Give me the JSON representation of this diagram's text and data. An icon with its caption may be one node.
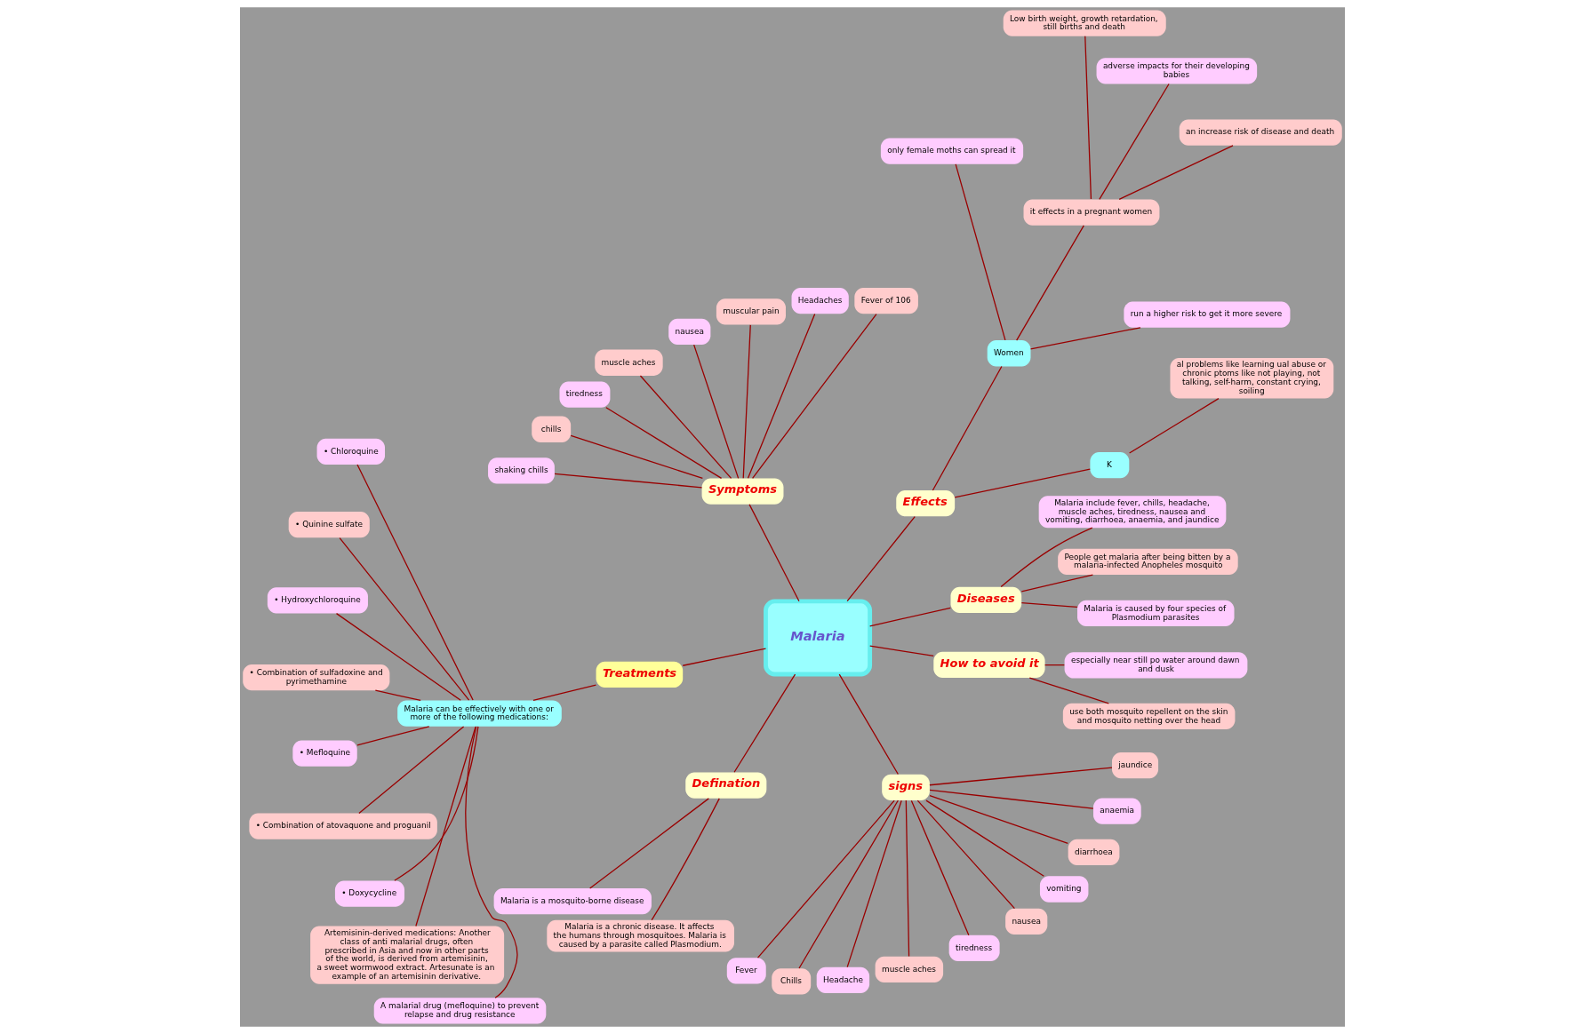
{
  "diagram": {
    "nodes": [
      {
        "text": [
          "Malaria"
        ]
      },
      {
        "text": [
          "Diseases"
        ]
      },
      {
        "text": [
          "Malaria is caused by four species of Plasmodium parasites"
        ]
      },
      {
        "text": [
          "People get malaria after being bitten by a malaria-infected Anopheles mosquito"
        ]
      },
      {
        "text": [
          "Malaria include fever, chills, headache, muscle aches, tiredness, nausea and vomiting, diarrhoea, anaemia, and jaundice"
        ]
      },
      {
        "text": [
          "Effects"
        ]
      },
      {
        "text": [
          "K"
        ]
      },
      {
        "text": [
          "al problems like learning ual abuse or chronic ptoms like not playing, not talking, self-harm, constant crying, soiling"
        ]
      },
      {
        "text": [
          "Women"
        ]
      },
      {
        "text": [
          "run a higher risk to get it more severe"
        ]
      },
      {
        "text": [
          "it effects in a pregnant women"
        ]
      },
      {
        "text": [
          "an increase risk of disease and death"
        ]
      },
      {
        "text": [
          "adverse impacts for their developing babies"
        ]
      },
      {
        "text": [
          "Low birth weight, growth retardation, still births and death"
        ]
      },
      {
        "text": [
          "only female moths can spread it"
        ]
      },
      {
        "text": [
          "Symptoms"
        ]
      },
      {
        "text": [
          "Fever of 106"
        ]
      },
      {
        "text": [
          "Headaches"
        ]
      },
      {
        "text": [
          "muscular pain"
        ]
      },
      {
        "text": [
          "nausea"
        ]
      },
      {
        "text": [
          "muscle aches"
        ]
      },
      {
        "text": [
          "tiredness"
        ]
      },
      {
        "text": [
          "chills"
        ]
      },
      {
        "text": [
          "shaking chills"
        ]
      },
      {
        "text": [
          "Treatments"
        ]
      },
      {
        "text": [
          "Malaria can be effectively with one or more of the following medications:"
        ]
      },
      {
        "text": [
          "• Chloroquine"
        ]
      },
      {
        "text": [
          "• Quinine sulfate"
        ]
      },
      {
        "text": [
          "• Hydroxychloroquine"
        ]
      },
      {
        "text": [
          "• Combination of sulfadoxine and pyrimethamine"
        ]
      },
      {
        "text": [
          "• Mefloquine"
        ]
      },
      {
        "text": [
          "• Combination of atovaquone and proguanil"
        ]
      },
      {
        "text": [
          "• Doxycycline"
        ]
      },
      {
        "text": [
          "Artemisinin-derived medications: Another class of anti malarial drugs, often prescribed in Asia and now in other parts of the world, is derived from artemisinin, a sweet wormwood extract. Artesunate is an example of an artemisinin derivative."
        ]
      },
      {
        "text": [
          "A malarial drug (mefloquine) to prevent relapse and drug resistance"
        ]
      },
      {
        "text": [
          "Defination"
        ]
      },
      {
        "text": [
          "Malaria is a mosquito-borne disease"
        ]
      },
      {
        "text": [
          "Malaria is a chronic disease. It affects the humans through mosquitoes. Malaria is caused by a parasite called Plasmodium."
        ]
      },
      {
        "text": [
          "signs"
        ]
      },
      {
        "text": [
          "Fever"
        ]
      },
      {
        "text": [
          "Chills"
        ]
      },
      {
        "text": [
          "Headache"
        ]
      },
      {
        "text": [
          "muscle aches"
        ]
      },
      {
        "text": [
          "tiredness"
        ]
      },
      {
        "text": [
          "nausea"
        ]
      },
      {
        "text": [
          "vomiting"
        ]
      },
      {
        "text": [
          "diarrhoea"
        ]
      },
      {
        "text": [
          "anaemia"
        ]
      },
      {
        "text": [
          "jaundice"
        ]
      },
      {
        "text": [
          "How to avoid it"
        ]
      },
      {
        "text": [
          "use both mosquito repellent on the skin and mosquito netting over the head"
        ]
      },
      {
        "text": [
          "especially near still po water around dawn and dusk"
        ]
      }
    ],
    "edges": [
      {
        "from": 0,
        "to": 1,
        "arrow": "none"
      },
      {
        "from": 1,
        "to": 2,
        "arrow": "none"
      },
      {
        "from": 1,
        "to": 3,
        "arrow": "none"
      },
      {
        "from": 1,
        "to": 4,
        "arrow": "none"
      },
      {
        "from": 0,
        "to": 5,
        "arrow": "none"
      },
      {
        "from": 5,
        "to": 6,
        "arrow": "none"
      },
      {
        "from": 6,
        "to": 7,
        "arrow": "none"
      },
      {
        "from": 5,
        "to": 8,
        "arrow": "none"
      },
      {
        "from": 8,
        "to": 9,
        "arrow": "none"
      },
      {
        "from": 8,
        "to": 10,
        "arrow": "none"
      },
      {
        "from": 10,
        "to": 11,
        "arrow": "none"
      },
      {
        "from": 10,
        "to": 12,
        "arrow": "none"
      },
      {
        "from": 10,
        "to": 13,
        "arrow": "none"
      },
      {
        "from": 8,
        "to": 14,
        "arrow": "none"
      },
      {
        "from": 0,
        "to": 15,
        "arrow": "none"
      },
      {
        "from": 15,
        "to": 16,
        "arrow": "none"
      },
      {
        "from": 15,
        "to": 17,
        "arrow": "none"
      },
      {
        "from": 15,
        "to": 18,
        "arrow": "none"
      },
      {
        "from": 15,
        "to": 19,
        "arrow": "none"
      },
      {
        "from": 15,
        "to": 20,
        "arrow": "none"
      },
      {
        "from": 15,
        "to": 21,
        "arrow": "none"
      },
      {
        "from": 15,
        "to": 22,
        "arrow": "none"
      },
      {
        "from": 15,
        "to": 23,
        "arrow": "none"
      },
      {
        "from": 0,
        "to": 24,
        "arrow": "none"
      },
      {
        "from": 24,
        "to": 25,
        "arrow": "none"
      },
      {
        "from": 25,
        "to": 26,
        "arrow": "none"
      },
      {
        "from": 25,
        "to": 27,
        "arrow": "none"
      },
      {
        "from": 25,
        "to": 28,
        "arrow": "none"
      },
      {
        "from": 25,
        "to": 29,
        "arrow": "none"
      },
      {
        "from": 25,
        "to": 30,
        "arrow": "none"
      },
      {
        "from": 25,
        "to": 31,
        "arrow": "none"
      },
      {
        "from": 25,
        "to": 32,
        "arrow": "none"
      },
      {
        "from": 25,
        "to": 33,
        "arrow": "none"
      },
      {
        "from": 25,
        "to": 34,
        "arrow": "none"
      },
      {
        "from": 0,
        "to": 35,
        "arrow": "none"
      },
      {
        "from": 35,
        "to": 36,
        "arrow": "none"
      },
      {
        "from": 35,
        "to": 37,
        "arrow": "none"
      },
      {
        "from": 0,
        "to": 38,
        "arrow": "none"
      },
      {
        "from": 38,
        "to": 39,
        "arrow": "none"
      },
      {
        "from": 38,
        "to": 40,
        "arrow": "none"
      },
      {
        "from": 38,
        "to": 41,
        "arrow": "none"
      },
      {
        "from": 38,
        "to": 42,
        "arrow": "none"
      },
      {
        "from": 38,
        "to": 43,
        "arrow": "none"
      },
      {
        "from": 38,
        "to": 44,
        "arrow": "none"
      },
      {
        "from": 38,
        "to": 45,
        "arrow": "none"
      },
      {
        "from": 38,
        "to": 46,
        "arrow": "none"
      },
      {
        "from": 38,
        "to": 47,
        "arrow": "none"
      },
      {
        "from": 38,
        "to": 48,
        "arrow": "none"
      },
      {
        "from": 0,
        "to": 49,
        "arrow": "none"
      },
      {
        "from": 49,
        "to": 50,
        "arrow": "none"
      },
      {
        "from": 49,
        "to": 51,
        "arrow": "none"
      }
    ]
  }
}
